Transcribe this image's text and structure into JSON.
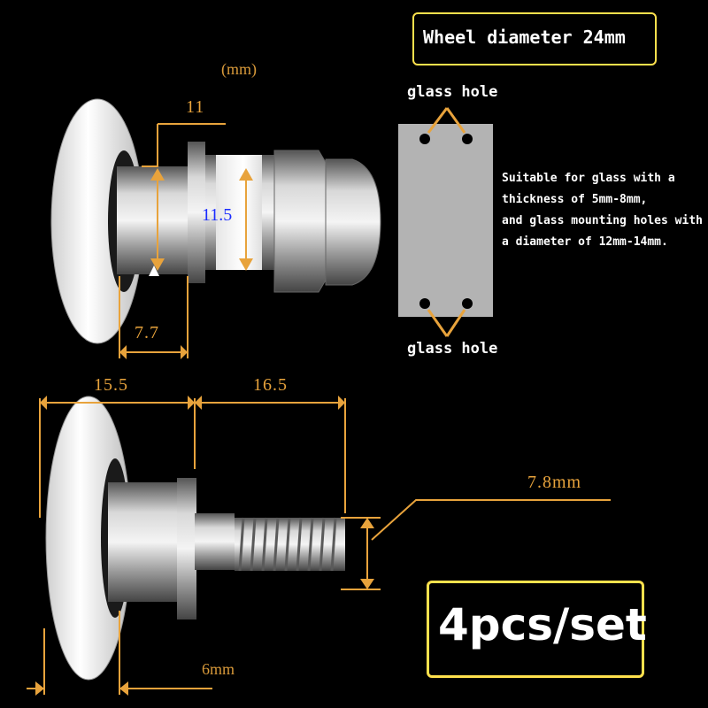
{
  "unit_label": "(mm)",
  "wheel_diameter": "Wheel diameter 24mm",
  "top_dims": {
    "d11": "11",
    "d11_5": "11.5",
    "d7_7": "7.7"
  },
  "bottom_dims": {
    "d15_5": "15.5",
    "d16_5": "16.5",
    "d7_8": "7.8mm",
    "d6": "6mm"
  },
  "glass": {
    "hole_top": "glass hole",
    "hole_bottom": "glass hole",
    "desc_lines": [
      "Suitable for glass with a",
      "thickness of 5mm-8mm,",
      "and glass mounting holes with",
      "a diameter of 12mm-14mm."
    ]
  },
  "pack": "4pcs/set",
  "colors": {
    "dimension": "#e8a33c",
    "highlight_box": "#ffe14d",
    "glass_panel": "#b3b3b3",
    "blue_label": "#1a2cff"
  }
}
